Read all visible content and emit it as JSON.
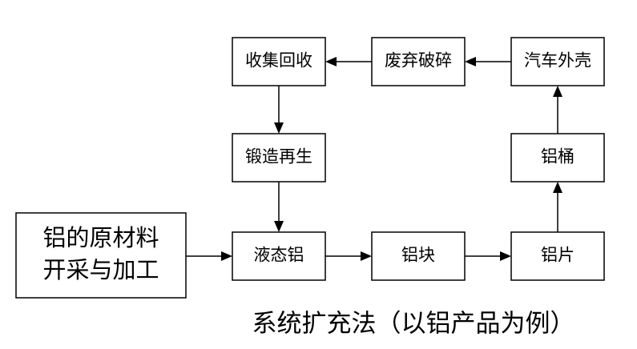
{
  "diagram": {
    "nodes": {
      "shouji": "收集回收",
      "feiqi": "废弃破碎",
      "qiche": "汽车外壳",
      "duanzao": "锻造再生",
      "lvtong": "铝桶",
      "yuancai_line1": "铝的原材料",
      "yuancai_line2": "开采与加工",
      "yetai": "液态铝",
      "lvkuai": "铝块",
      "lvpian": "铝片"
    },
    "caption": "系统扩充法（以铝产品为例）"
  }
}
